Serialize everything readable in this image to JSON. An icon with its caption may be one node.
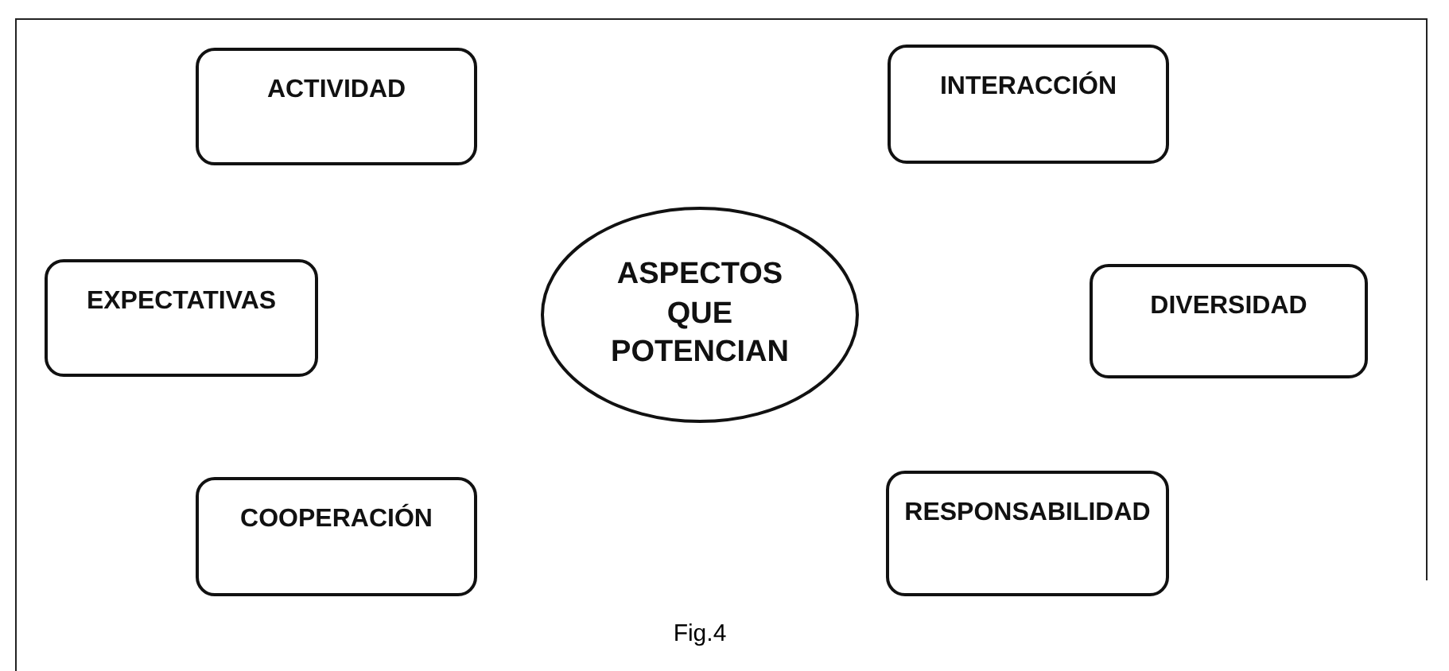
{
  "diagram": {
    "caption": "Fig.4",
    "nodes": [
      {
        "text": [
          "ASPECTOS QUE POTENCIAN"
        ]
      },
      {
        "text": [
          "ACTIVIDAD"
        ]
      },
      {
        "text": [
          "INTERACCIÓN"
        ]
      },
      {
        "text": [
          "EXPECTATIVAS"
        ]
      },
      {
        "text": [
          "DIVERSIDAD"
        ]
      },
      {
        "text": [
          "COOPERACIÓN"
        ]
      },
      {
        "text": [
          "RESPONSABILIDAD"
        ]
      }
    ]
  }
}
